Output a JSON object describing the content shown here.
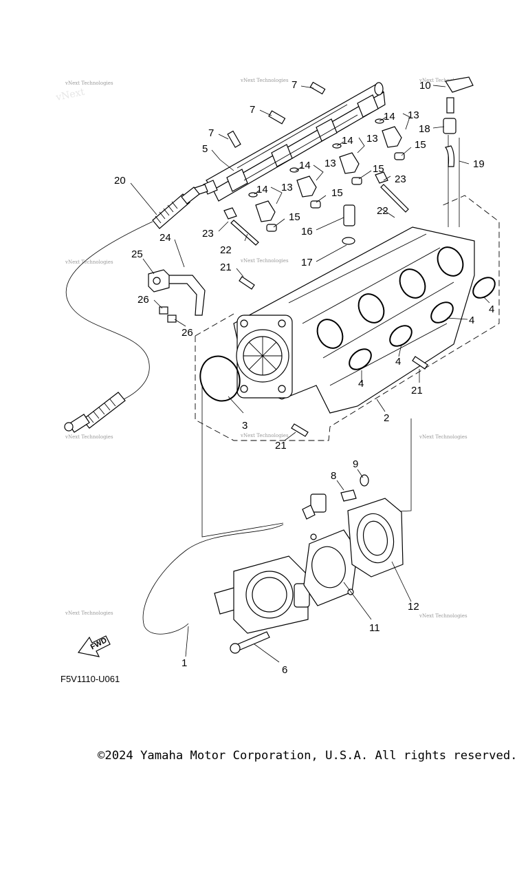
{
  "diagram": {
    "figure_code": "F5V1110-U061",
    "direction_label": "FWD",
    "watermark_text": "vNext Technologies",
    "copyright": "©2024 Yamaha Motor Corporation, U.S.A. All rights reserved."
  },
  "callouts": {
    "c1": "1",
    "c2": "2",
    "c3": "3",
    "c4a": "4",
    "c4b": "4",
    "c4c": "4",
    "c4d": "4",
    "c5": "5",
    "c6": "6",
    "c7a": "7",
    "c7b": "7",
    "c7c": "7",
    "c8": "8",
    "c9": "9",
    "c10": "10",
    "c11": "11",
    "c12": "12",
    "c13a": "13",
    "c13b": "13",
    "c13c": "13",
    "c13d": "13",
    "c14a": "14",
    "c14b": "14",
    "c14c": "14",
    "c14d": "14",
    "c15a": "15",
    "c15b": "15",
    "c15c": "15",
    "c15d": "15",
    "c16": "16",
    "c17": "17",
    "c18": "18",
    "c19": "19",
    "c20": "20",
    "c21a": "21",
    "c21b": "21",
    "c21c": "21",
    "c22a": "22",
    "c22b": "22",
    "c23a": "23",
    "c23b": "23",
    "c24": "24",
    "c25": "25",
    "c26a": "26",
    "c26b": "26"
  }
}
